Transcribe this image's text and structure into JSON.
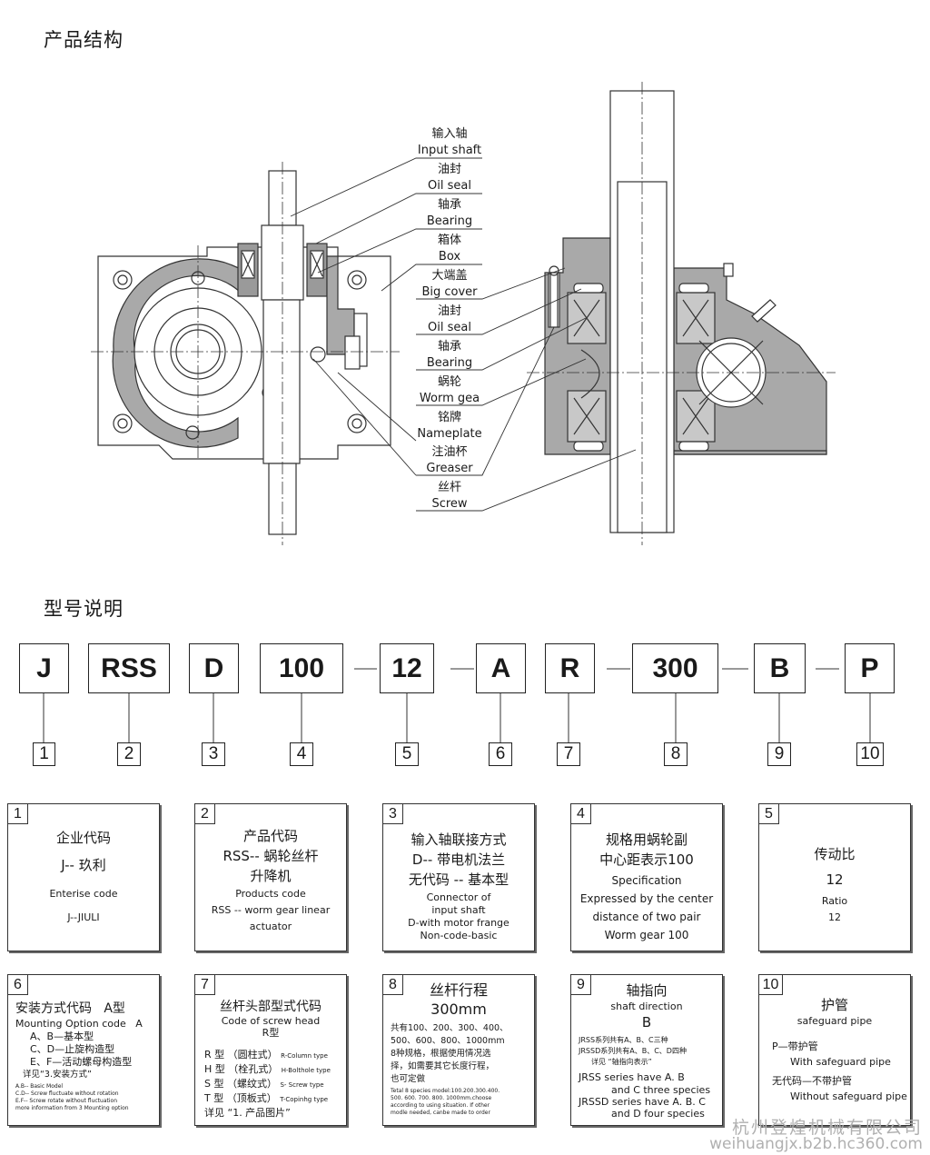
{
  "headings": {
    "structure": "产品结构",
    "model": "型号说明"
  },
  "callouts": [
    {
      "zh": "输入轴",
      "en": "Input shaft"
    },
    {
      "zh": "油封",
      "en": "Oil seal"
    },
    {
      "zh": "轴承",
      "en": "Bearing"
    },
    {
      "zh": "箱体",
      "en": "Box"
    },
    {
      "zh": "大端盖",
      "en": "Big cover"
    },
    {
      "zh": "油封",
      "en": "Oil seal"
    },
    {
      "zh": "轴承",
      "en": "Bearing"
    },
    {
      "zh": "蜗轮",
      "en": "Worm gea"
    },
    {
      "zh": "铭牌",
      "en": "Nameplate"
    },
    {
      "zh": "注油杯",
      "en": "Greaser"
    },
    {
      "zh": "丝杆",
      "en": "Screw"
    }
  ],
  "model_code": [
    {
      "code": "J",
      "num": "1"
    },
    {
      "code": "RSS",
      "num": "2"
    },
    {
      "code": "D",
      "num": "3"
    },
    {
      "code": "100",
      "num": "4"
    },
    {
      "code": "12",
      "num": "5"
    },
    {
      "code": "A",
      "num": "6"
    },
    {
      "code": "R",
      "num": "7"
    },
    {
      "code": "300",
      "num": "8"
    },
    {
      "code": "B",
      "num": "9"
    },
    {
      "code": "P",
      "num": "10"
    }
  ],
  "cards": {
    "c1": {
      "idx": "1",
      "l1": "企业代码",
      "l2": "J-- 玖利",
      "l3": "Enterise code",
      "l4": "J--JIULI"
    },
    "c2": {
      "idx": "2",
      "l1": "产品代码",
      "l2": "RSS-- 蜗轮丝杆",
      "l3": "升降机",
      "l4": "Products code",
      "l5": "RSS -- worm gear linear",
      "l6": "actuator"
    },
    "c3": {
      "idx": "3",
      "l1": "输入轴联接方式",
      "l2": "D-- 带电机法兰",
      "l3": "无代码 -- 基本型",
      "l4": "Connector of",
      "l5": "input shaft",
      "l6": "D-with motor frange",
      "l7": "Non-code-basic"
    },
    "c4": {
      "idx": "4",
      "l1": "规格用蜗轮副",
      "l2": "中心距表示100",
      "l3": "Specification",
      "l4": "Expressed by the center",
      "l5": "distance of two pair",
      "l6": "Worm gear 100"
    },
    "c5": {
      "idx": "5",
      "l1": "传动比",
      "l2": "12",
      "l3": "Ratio",
      "l4": "12"
    },
    "c6": {
      "idx": "6",
      "l1": "安装方式代码",
      "l1b": "A型",
      "l2": "Mounting Option code",
      "l2b": "A",
      "l3": "A、B—基本型",
      "l4": "C、D—止旋构造型",
      "l5": "E、F—活动螺母构造型",
      "l6": "详见“3.安装方式”",
      "l7": "A.B-- Basic Model",
      "l8": "C.D-- Screw fluctuate without rotation",
      "l9": "E.F-- Screw rotate without fluctuation",
      "l10": "more information from 3 Mounting option"
    },
    "c7": {
      "idx": "7",
      "l1": "丝杆头部型式代码",
      "l2": "Code of screw head",
      "l3": "R型",
      "r1a": "R 型 （圆柱式）",
      "r1b": "R-Column type",
      "r2a": "H 型 （栓孔式）",
      "r2b": "H-Bolthole type",
      "r3a": "S 型 （螺纹式）",
      "r3b": "S- Screw type",
      "r4a": "T 型 （顶板式）",
      "r4b": "T-Copinhg type",
      "l8": "详见 “1. 产品图片”"
    },
    "c8": {
      "idx": "8",
      "l1": "丝杆行程",
      "l2": "300mm",
      "l3": "共有100、200、300、400、",
      "l4": "500、600、800、1000mm",
      "l5": "8种规格，根据使用情况选",
      "l6": "择，如需要其它长度行程，",
      "l7": "也可定做",
      "l8": "Tetal 8 species model:100.200.300.400.",
      "l9": "500. 600. 700. 800. 1000mm.choose",
      "l10": "according to using situation. If other",
      "l11": "modle needed, canbe made to order"
    },
    "c9": {
      "idx": "9",
      "l1": "轴指向",
      "l2": "shaft direction",
      "l3": "B",
      "l4": "JRSS系列共有A、B、C三种",
      "l5": "JRSSD系列共有A、B、C、D四种",
      "l6": "详见 “轴指向表示”",
      "l7": "JRSS series have A. B",
      "l8": "and C three species",
      "l9": "JRSSD series have A. B. C",
      "l10": "and D four species"
    },
    "c10": {
      "idx": "10",
      "l1": "护管",
      "l2": "safeguard pipe",
      "l3": "P—带护管",
      "l4": "With safeguard pipe",
      "l5": "无代码—不带护管",
      "l6": "Without safeguard pipe"
    }
  },
  "watermark": {
    "line1": "杭州登煌机械有限公司",
    "line2": "weihuangjx.b2b.hc360.com"
  }
}
